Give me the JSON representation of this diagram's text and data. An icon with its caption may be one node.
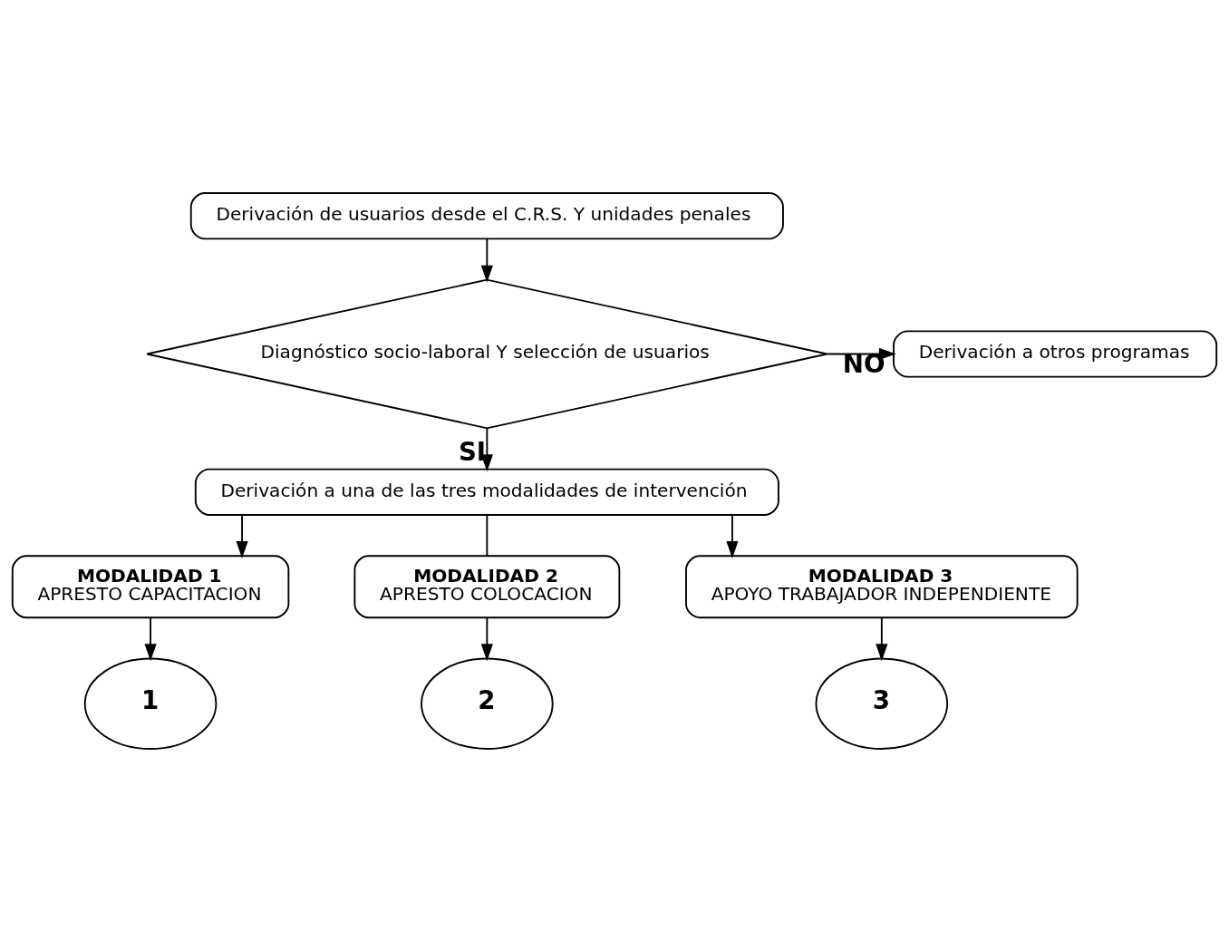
{
  "diagram": {
    "nodes": [
      {
        "text": [
          "Derivación de usuarios desde el C.R.S. Y unidades penales"
        ]
      },
      {
        "text": [
          "Diagnóstico socio-laboral Y selección de usuarios"
        ]
      },
      {
        "text": [
          "Derivación a otros programas"
        ]
      },
      {
        "text": [
          "Derivación a una de las tres modalidades de intervención"
        ]
      },
      {
        "text": [
          "MODALIDAD 1",
          "APRESTO CAPACITACION"
        ]
      },
      {
        "text": [
          "MODALIDAD 2",
          "APRESTO COLOCACION"
        ]
      },
      {
        "text": [
          "MODALIDAD 3",
          "APOYO TRABAJADOR INDEPENDIENTE"
        ]
      },
      {
        "text": [
          "1"
        ]
      },
      {
        "text": [
          "2"
        ]
      },
      {
        "text": [
          "3"
        ]
      }
    ],
    "edges": [
      {
        "from": 0,
        "to": 1,
        "arrow": "to"
      },
      {
        "from": 1,
        "to": 2,
        "arrow": "to",
        "label": "NO"
      },
      {
        "from": 1,
        "to": 3,
        "arrow": "to",
        "label": "SI"
      },
      {
        "from": 3,
        "to": 4,
        "arrow": "to"
      },
      {
        "from": 3,
        "to": 5,
        "arrow": "none"
      },
      {
        "from": 3,
        "to": 6,
        "arrow": "to"
      },
      {
        "from": 4,
        "to": 7,
        "arrow": "to"
      },
      {
        "from": 5,
        "to": 8,
        "arrow": "to"
      },
      {
        "from": 6,
        "to": 9,
        "arrow": "to"
      }
    ]
  }
}
